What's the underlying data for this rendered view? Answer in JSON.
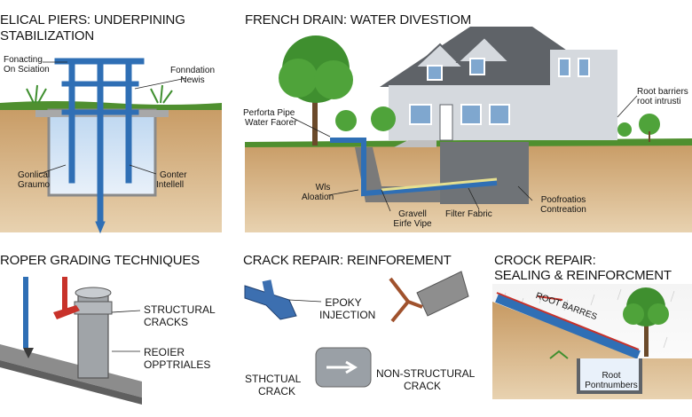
{
  "panels": {
    "helical_piers": {
      "title_line1": "ELICAL PIERS: UNDERPINING",
      "title_line2": "STABILIZATION",
      "label_top_left_1": "Fonacting",
      "label_top_left_2": "On Sciation",
      "label_top_right_1": "Fonndation",
      "label_top_right_2": "Newis",
      "label_bottom_left_1": "Gonlical",
      "label_bottom_left_2": "Graumo",
      "label_bottom_right_1": "Gonter",
      "label_bottom_right_2": "Intellell"
    },
    "french_drain": {
      "title": "FRENCH DRAIN: WATER DIVESTIOM",
      "label_pipe_1": "Perforta Pipe",
      "label_pipe_2": "Water Faorer",
      "label_root_1": "Root barriers",
      "label_root_2": "root intrusti",
      "label_wls_1": "Wls",
      "label_wls_2": "Aloation",
      "label_gravel_1": "Gravell",
      "label_gravel_2": "Eirfe Vipe",
      "label_filter": "Filter Fabric",
      "label_perf_1": "Poofroatios",
      "label_perf_2": "Contreation"
    },
    "grading": {
      "title": "ROPER GRADING TECHNIQUES",
      "label_cracks_1": "STRUCTURAL",
      "label_cracks_2": "CRACKS",
      "label_opt_1": "REOIER",
      "label_opt_2": "OPPTRIALES"
    },
    "crack_repair": {
      "title": "CRACK REPAIR: REINFOREMENT",
      "label_epoxy_1": "EPOKY",
      "label_epoxy_2": "INJECTION",
      "label_struct_1": "STHCTUAL",
      "label_struct_2": "CRACK",
      "label_nonstruct_1": "NON-STRUCTURAL",
      "label_nonstruct_2": "CRACK"
    },
    "crock_repair": {
      "title_line1": "CROCK REPAIR:",
      "title_line2": "SEALING & REINFORCMENT",
      "label_barrier_1": "ROOT BARRES",
      "label_root_1": "Root",
      "label_root_2": "Pontnumbers"
    }
  },
  "colors": {
    "sky": "#ffffff",
    "grass": "#4f8f2f",
    "soil": "#b98a55",
    "soil_dark": "#8a6238",
    "pier_blue": "#2f6fb5",
    "water_blue": "#6fa8e0",
    "concrete": "#9a9a9a",
    "house_siding": "#cfd3d8",
    "roof": "#6b6f75",
    "tree_green": "#3f8f2f",
    "red_accent": "#c8322a"
  }
}
